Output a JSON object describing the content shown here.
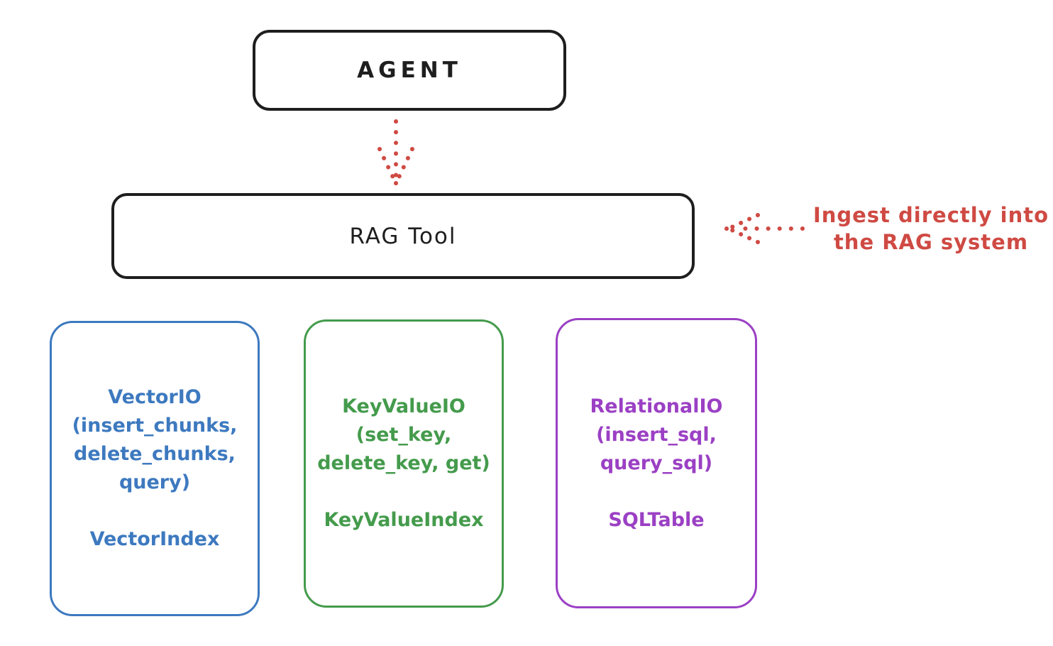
{
  "diagram": {
    "agent": {
      "label": "AGENT"
    },
    "rag_tool": {
      "label": "RAG Tool"
    },
    "annotation": {
      "line1": "Ingest directly into",
      "line2": "the RAG system"
    },
    "io_boxes": [
      {
        "id": "vector-io",
        "color": "#3d79bf",
        "lines": [
          "VectorIO",
          "(insert_chunks,",
          "delete_chunks,",
          "query)"
        ],
        "index_label": "VectorIndex"
      },
      {
        "id": "keyvalue-io",
        "color": "#449b4c",
        "lines": [
          "KeyValueIO",
          "(set_key,",
          "delete_key, get)"
        ],
        "index_label": "KeyValueIndex"
      },
      {
        "id": "relational-io",
        "color": "#9b40c4",
        "lines": [
          "RelationalIO",
          "(insert_sql,",
          "query_sql)"
        ],
        "index_label": "SQLTable"
      }
    ],
    "colors": {
      "stroke": "#1e1e1e",
      "red": "#cf4a43",
      "blue": "#3d79bf",
      "green": "#449b4c",
      "purple": "#9b40c4",
      "background": "#ffffff"
    }
  }
}
